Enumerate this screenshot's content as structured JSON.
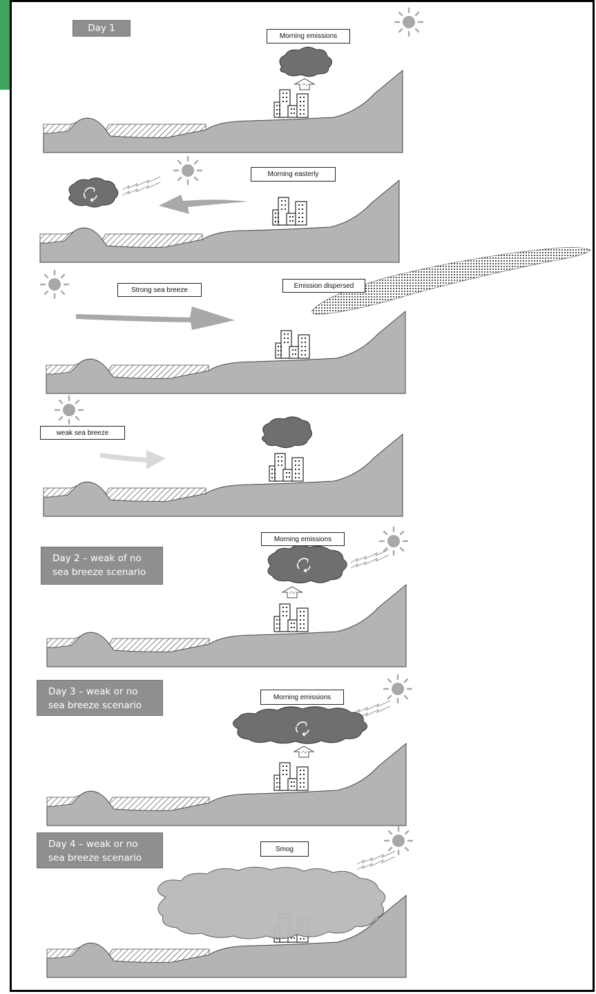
{
  "panels": [
    {
      "day_badge": "Day 1",
      "label": "Morning emissions"
    },
    {
      "label": "Morning easterly"
    },
    {
      "label_left": "Strong sea breeze",
      "label_right": "Emission dispersed"
    },
    {
      "label": "weak sea breeze"
    },
    {
      "day_badge_line1": "Day 2 – weak of no",
      "day_badge_line2": "sea breeze scenario",
      "label": "Morning emissions"
    },
    {
      "day_badge_line1": "Day 3 – weak or no",
      "day_badge_line2": "sea breeze scenario",
      "label": "Morning emissions"
    },
    {
      "day_badge_line1": "Day 4 – weak or no",
      "day_badge_line2": "sea breeze scenario",
      "label": "Smog"
    }
  ],
  "colors": {
    "terrain": "#b4b4b4",
    "cloud_dark": "#6f6f6f",
    "cloud_smog": "#b9b9b9",
    "arrow": "#a9a9a9",
    "badge": "#8f8f8f",
    "frame_tab": "#3fa35f"
  }
}
